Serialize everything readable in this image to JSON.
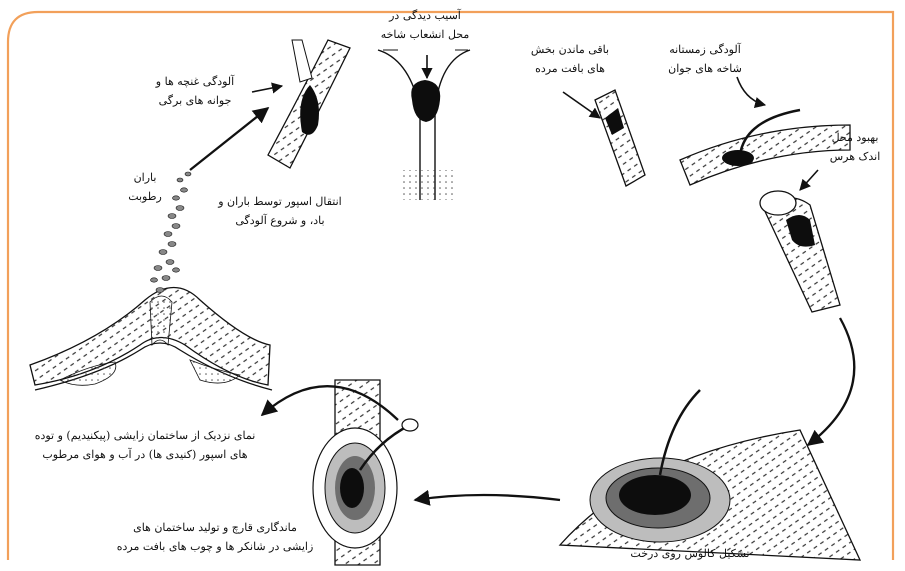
{
  "colors": {
    "frame": "#f2a05a",
    "ink": "#111111",
    "fill_dark": "#0d0d0d",
    "fill_mid": "#6e6e6e",
    "fill_light": "#bdbdbd"
  },
  "labels": {
    "branch_wound_l1": "آسیب دیدگی در",
    "branch_wound_l2": "محل انشعاب شاخه",
    "dead_tissue_l1": "باقی ماندن بخش",
    "dead_tissue_l2": "های بافت مرده",
    "winter_infect_l1": "آلودگی زمستانه",
    "winter_infect_l2": "شاخه های جوان",
    "wound_heal_l1": "بهبود محل",
    "wound_heal_l2": "اندک هرس",
    "leaf_infect_l1": "آلودگی غنچه ها و",
    "leaf_infect_l2": "جوانه های برگی",
    "spore_spread_l1": "انتقال اسپور توسط باران و",
    "spore_spread_l2": "باد، و شروع آلودگی",
    "rain_l1": "باران",
    "rain_l2": "رطوبت",
    "fruiting_l1": "نمای نزدیک از ساختمان زایشی (پیکنیدیم) و توده",
    "fruiting_l2": "های اسپور (کنیدی ها) در آب و هوای مرطوب",
    "survival_l1": "ماندگاری قارچ و تولید ساختمان های",
    "survival_l2": "زایشی در شانکر ها و چوب های بافت مرده",
    "callus": "تشکیل کالوس روی درخت"
  }
}
